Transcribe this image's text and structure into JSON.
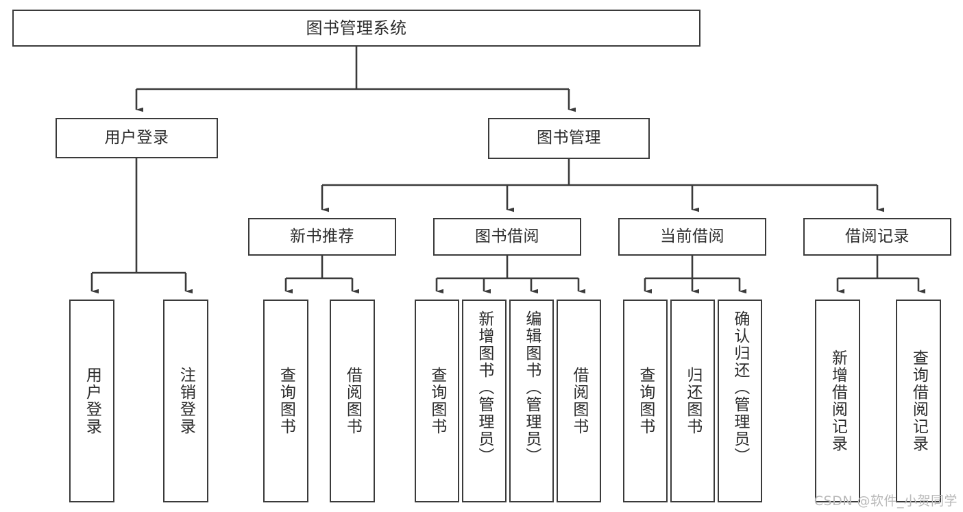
{
  "diagram": {
    "title": "图书管理系统",
    "type": "tree-hierarchy-chart",
    "line_color": "#3a3a3a",
    "box_fill": "#ffffff",
    "background": "#ffffff",
    "text_color": "#2b2b2b"
  },
  "root": {
    "label": "图书管理系统"
  },
  "level2": [
    {
      "label": "用户登录"
    },
    {
      "label": "图书管理"
    }
  ],
  "level3": [
    {
      "label": "新书推荐"
    },
    {
      "label": "图书借阅"
    },
    {
      "label": "当前借阅"
    },
    {
      "label": "借阅记录"
    }
  ],
  "leaves": {
    "user_login": [
      {
        "label": "用户登录"
      },
      {
        "label": "注销登录"
      }
    ],
    "new_book_recommend": [
      {
        "label": "查询图书"
      },
      {
        "label": "借阅图书"
      }
    ],
    "book_borrow": [
      {
        "label": "查询图书"
      },
      {
        "label": "新增图书（管理员）"
      },
      {
        "label": "编辑图书（管理员）"
      },
      {
        "label": "借阅图书"
      }
    ],
    "current_borrow": [
      {
        "label": "查询图书"
      },
      {
        "label": "归还图书"
      },
      {
        "label": "确认归还（管理员）"
      }
    ],
    "borrow_record": [
      {
        "label": "新增借阅记录"
      },
      {
        "label": "查询借阅记录"
      }
    ]
  },
  "watermark": {
    "text": "CSDN @软件_小贺同学"
  }
}
